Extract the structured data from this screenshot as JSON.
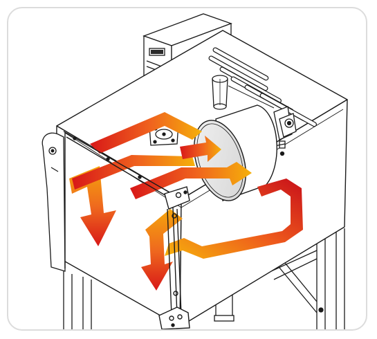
{
  "diagram": {
    "parts": [
      {
        "id": "control-box",
        "kind": "panel"
      },
      {
        "id": "housing",
        "kind": "enclosure"
      },
      {
        "id": "vent-slots",
        "kind": "vent",
        "count": 6
      },
      {
        "id": "fan-drum",
        "kind": "fan"
      },
      {
        "id": "spindle-post",
        "kind": "post"
      },
      {
        "id": "motor-bracket",
        "kind": "bracket"
      },
      {
        "id": "mount-plate",
        "kind": "plate"
      },
      {
        "id": "door-hinge-left",
        "kind": "hinge"
      },
      {
        "id": "door-frame",
        "kind": "door"
      },
      {
        "id": "legs",
        "kind": "stand"
      }
    ],
    "airflow": {
      "color_start": "#d81818",
      "color_mid": "#f0641e",
      "color_end": "#f5b00a",
      "arrow_count": 4
    },
    "colors": {
      "outline": "#1a1a1a",
      "drum_fill": "#e2e2e2",
      "frame_border": "#dcdcdc"
    }
  }
}
